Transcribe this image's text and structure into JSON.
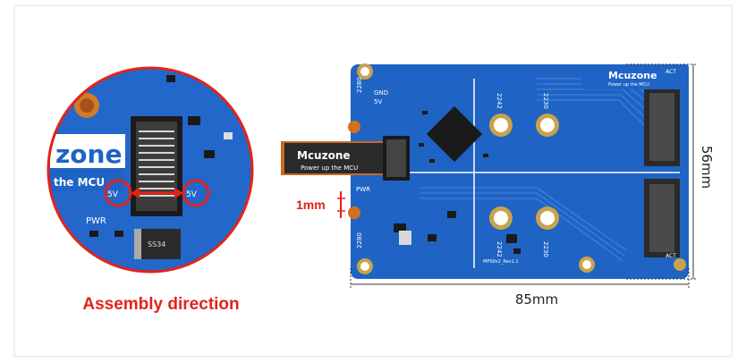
{
  "caption": "Assembly direction",
  "brand": "Mcuzone",
  "brand_partial": "zone",
  "slogan": "Power up the MCU",
  "slogan_partial": "the MCU",
  "labels": {
    "gnd": "GND",
    "v5": "5V",
    "pwr": "PWR",
    "act": "ACT",
    "chip": "SS34",
    "rev": "MPS0x2_Rev1.1",
    "size_2242": "2242",
    "size_2230": "2230",
    "size_2280": "2280"
  },
  "dimensions": {
    "width": "85mm",
    "height": "56mm",
    "gap": "1mm"
  },
  "colors": {
    "pcb": "#1f63c4",
    "pcb_dark": "#164f9f",
    "highlight": "#e2231a",
    "gold": "#c9a24a"
  }
}
